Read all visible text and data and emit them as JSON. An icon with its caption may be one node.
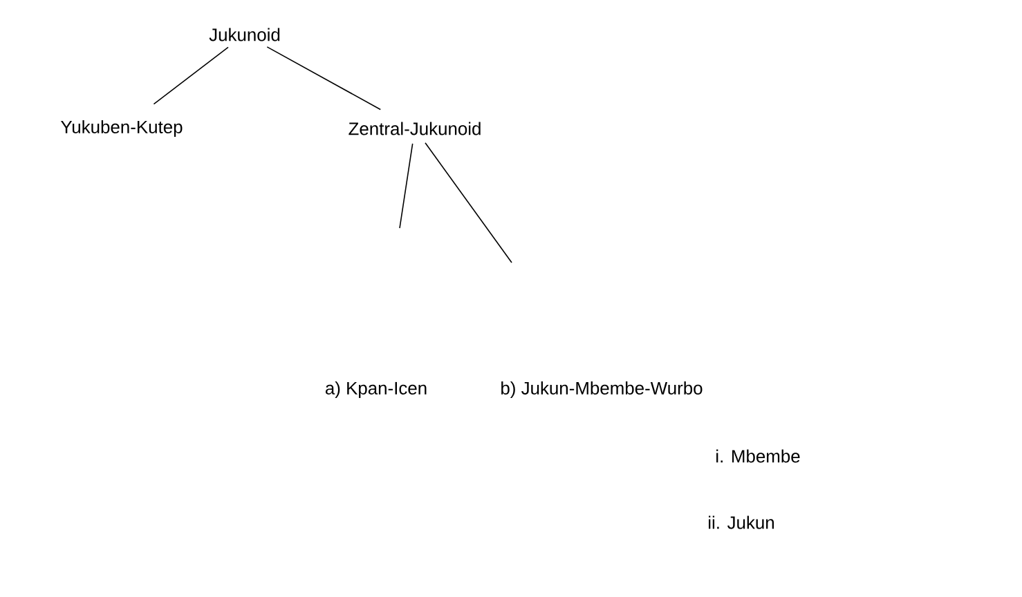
{
  "diagram": {
    "nodes": [
      {
        "text": [
          "Jukunoid"
        ]
      },
      {
        "text": [
          "Yukuben-Kutep"
        ]
      },
      {
        "text": [
          "Zentral-Jukunoid"
        ]
      },
      {
        "text": [
          "a) Kpan-Icen"
        ]
      },
      {
        "text": [
          "b) Jukun-Mbembe-Wurbo"
        ]
      }
    ],
    "edges": [
      {
        "from": 0,
        "to": 1,
        "arrow": "none"
      },
      {
        "from": 0,
        "to": 2,
        "arrow": "none"
      },
      {
        "from": 2,
        "to": null,
        "arrow": "none"
      },
      {
        "from": 2,
        "to": null,
        "arrow": "none"
      }
    ],
    "labels": [
      "i.  Mbembe",
      "ii.  Jukun"
    ]
  }
}
